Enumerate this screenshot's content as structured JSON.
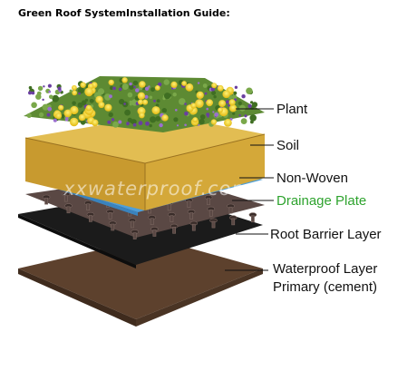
{
  "title": "Green Roof SystemInstallation Guide:",
  "watermark": "xxwaterproof.com",
  "layers": [
    {
      "label": "Plant",
      "color": "#6a9a3c"
    },
    {
      "label": "Soil",
      "color": "#d9b24a"
    },
    {
      "label": "Non-Woven",
      "color": "#5aa4dc"
    },
    {
      "label": "Drainage Plate",
      "color": "#2ea32e"
    },
    {
      "label": "Root Barrier Layer",
      "color": "#1a1a1a"
    },
    {
      "label": "Waterproof Layer",
      "line2": "Primary (cement)",
      "color": "#6b4a33"
    }
  ]
}
